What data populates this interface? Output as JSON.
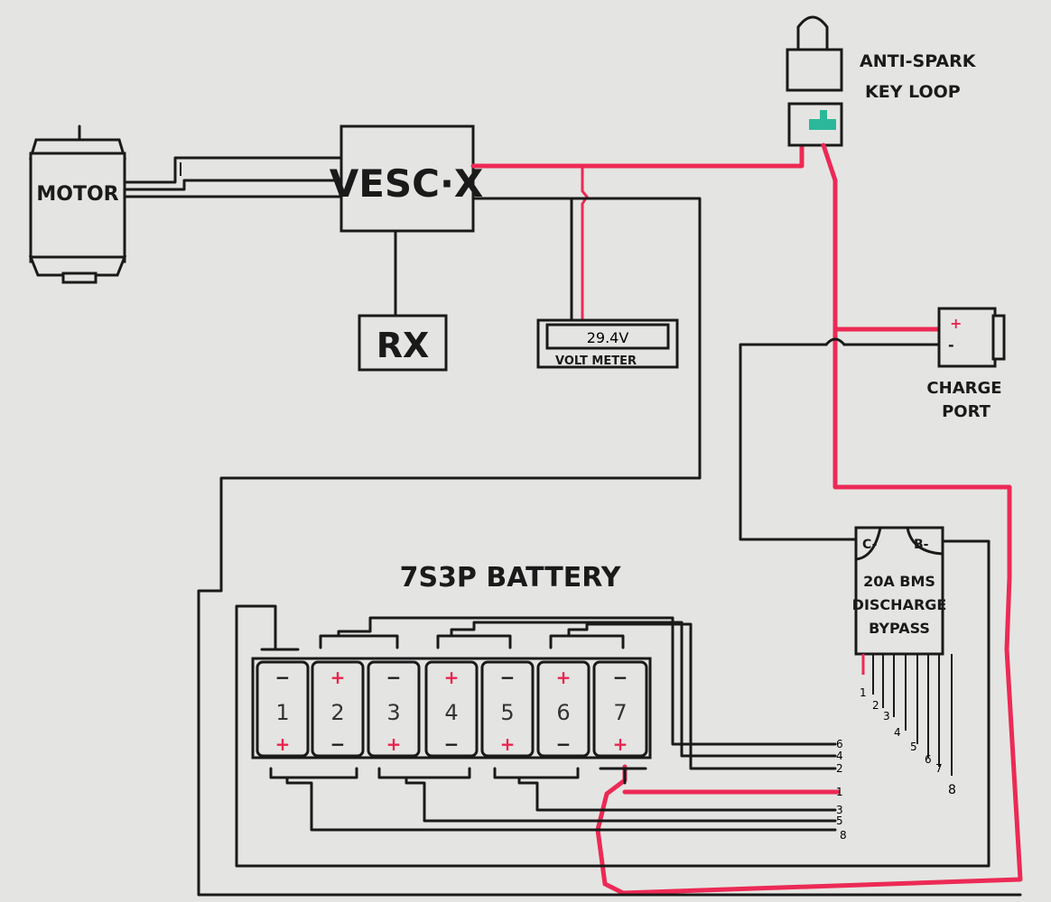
{
  "labels": {
    "motor": "MOTOR",
    "vesc": "VESC·X",
    "rx": "RX",
    "volt_reading": "29.4V",
    "volt_meter": "VOLT METER",
    "antispark_line1": "ANTI-SPARK",
    "antispark_line2": "KEY LOOP",
    "charge_line1": "CHARGE",
    "charge_line2": "PORT",
    "charge_plus": "+",
    "charge_minus": "-",
    "battery_title": "7S3P BATTERY",
    "bms_c": "C-",
    "bms_b": "B-",
    "bms_line1": "20A BMS",
    "bms_line2": "DISCHARGE",
    "bms_line3": "BYPASS"
  },
  "cells": [
    {
      "num": "1",
      "top": "−",
      "bottom": "+"
    },
    {
      "num": "2",
      "top": "+",
      "bottom": "−"
    },
    {
      "num": "3",
      "top": "−",
      "bottom": "+"
    },
    {
      "num": "4",
      "top": "+",
      "bottom": "−"
    },
    {
      "num": "5",
      "top": "−",
      "bottom": "+"
    },
    {
      "num": "6",
      "top": "+",
      "bottom": "−"
    },
    {
      "num": "7",
      "top": "−",
      "bottom": "+"
    }
  ],
  "balance_wire_labels": [
    "6",
    "4",
    "2",
    "1",
    "3",
    "5",
    "8"
  ],
  "bms_pin_labels": [
    "1",
    "2",
    "3",
    "4",
    "5",
    "6",
    "7",
    "8"
  ],
  "colors": {
    "background": "#e4e5e2",
    "wire_black": "#1a1a1a",
    "wire_red": "#ec2a55",
    "key_tape": "#2bb89a"
  }
}
